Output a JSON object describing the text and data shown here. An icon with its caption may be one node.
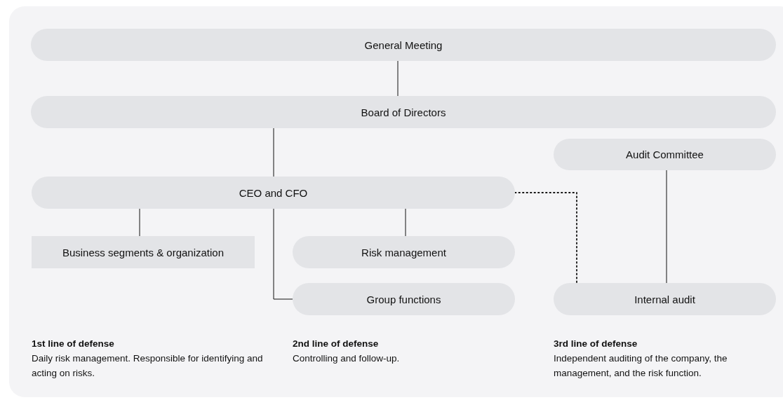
{
  "diagram": {
    "nodes": [
      {
        "text": [
          "General Meeting"
        ]
      },
      {
        "text": [
          "Board of Directors"
        ]
      },
      {
        "text": [
          "Audit Committee"
        ]
      },
      {
        "text": [
          "CEO and CFO"
        ]
      },
      {
        "text": [
          "Business segments & organization"
        ]
      },
      {
        "text": [
          "Risk management"
        ]
      },
      {
        "text": [
          "Group functions"
        ]
      },
      {
        "text": [
          "Internal audit"
        ]
      }
    ],
    "edges": [
      {
        "from": 0,
        "to": 1,
        "arrow": "none"
      },
      {
        "from": 1,
        "to": 3,
        "arrow": "none"
      },
      {
        "from": 3,
        "to": 4,
        "arrow": "none"
      },
      {
        "from": 3,
        "to": 6,
        "arrow": "none"
      },
      {
        "from": 3,
        "to": 5,
        "arrow": "none"
      },
      {
        "from": 2,
        "to": 7,
        "arrow": "none"
      },
      {
        "from": 3,
        "to": 7,
        "arrow": "none",
        "style": "dashed"
      }
    ],
    "labels": [
      "1st line of defense",
      "Daily risk management. Responsible for identifying and acting on risks.",
      "2nd line of defense",
      "Controlling and follow-up.",
      "3rd line of defense",
      "Independent auditing of the company, the management, and the risk function."
    ]
  }
}
